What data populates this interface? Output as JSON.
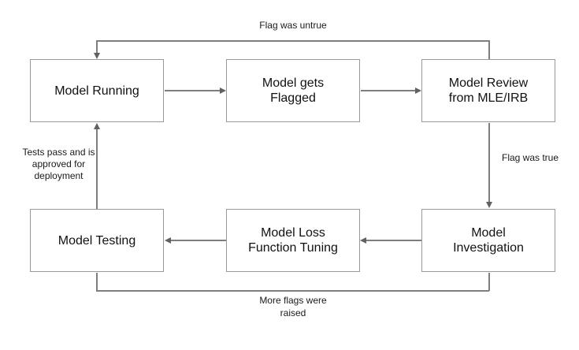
{
  "colors": {
    "node_border": "#999999",
    "node_fill": "#ffffff",
    "connector": "#7e7e7e",
    "arrowhead": "#616161",
    "node_text": "#111111",
    "label_text": "#1a1a1a",
    "background": "#ffffff"
  },
  "nodes": [
    {
      "id": "model-running",
      "label": "Model Running"
    },
    {
      "id": "model-gets-flagged",
      "label": "Model gets\nFlagged"
    },
    {
      "id": "model-review",
      "label": "Model Review\nfrom MLE/IRB"
    },
    {
      "id": "model-testing",
      "label": "Model Testing"
    },
    {
      "id": "model-loss-function-tuning",
      "label": "Model Loss\nFunction Tuning"
    },
    {
      "id": "model-investigation",
      "label": "Model\nInvestigation"
    }
  ],
  "edge_labels": {
    "flag_was_untrue": "Flag was untrue",
    "flag_was_true": "Flag was true",
    "tests_pass": "Tests pass and is\napproved for\ndeployment",
    "more_flags": "More flags were\nraised"
  }
}
